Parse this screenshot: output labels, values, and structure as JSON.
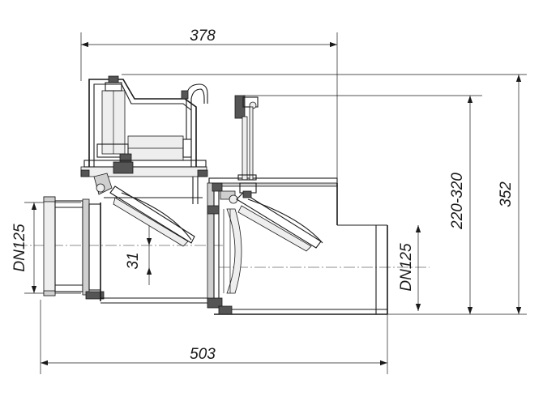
{
  "dimensions": {
    "top_width": "378",
    "overall_length": "503",
    "overall_height": "352",
    "height_range": "220-320",
    "inlet_dn": "DN125",
    "outlet_dn": "DN125",
    "offset": "31"
  }
}
